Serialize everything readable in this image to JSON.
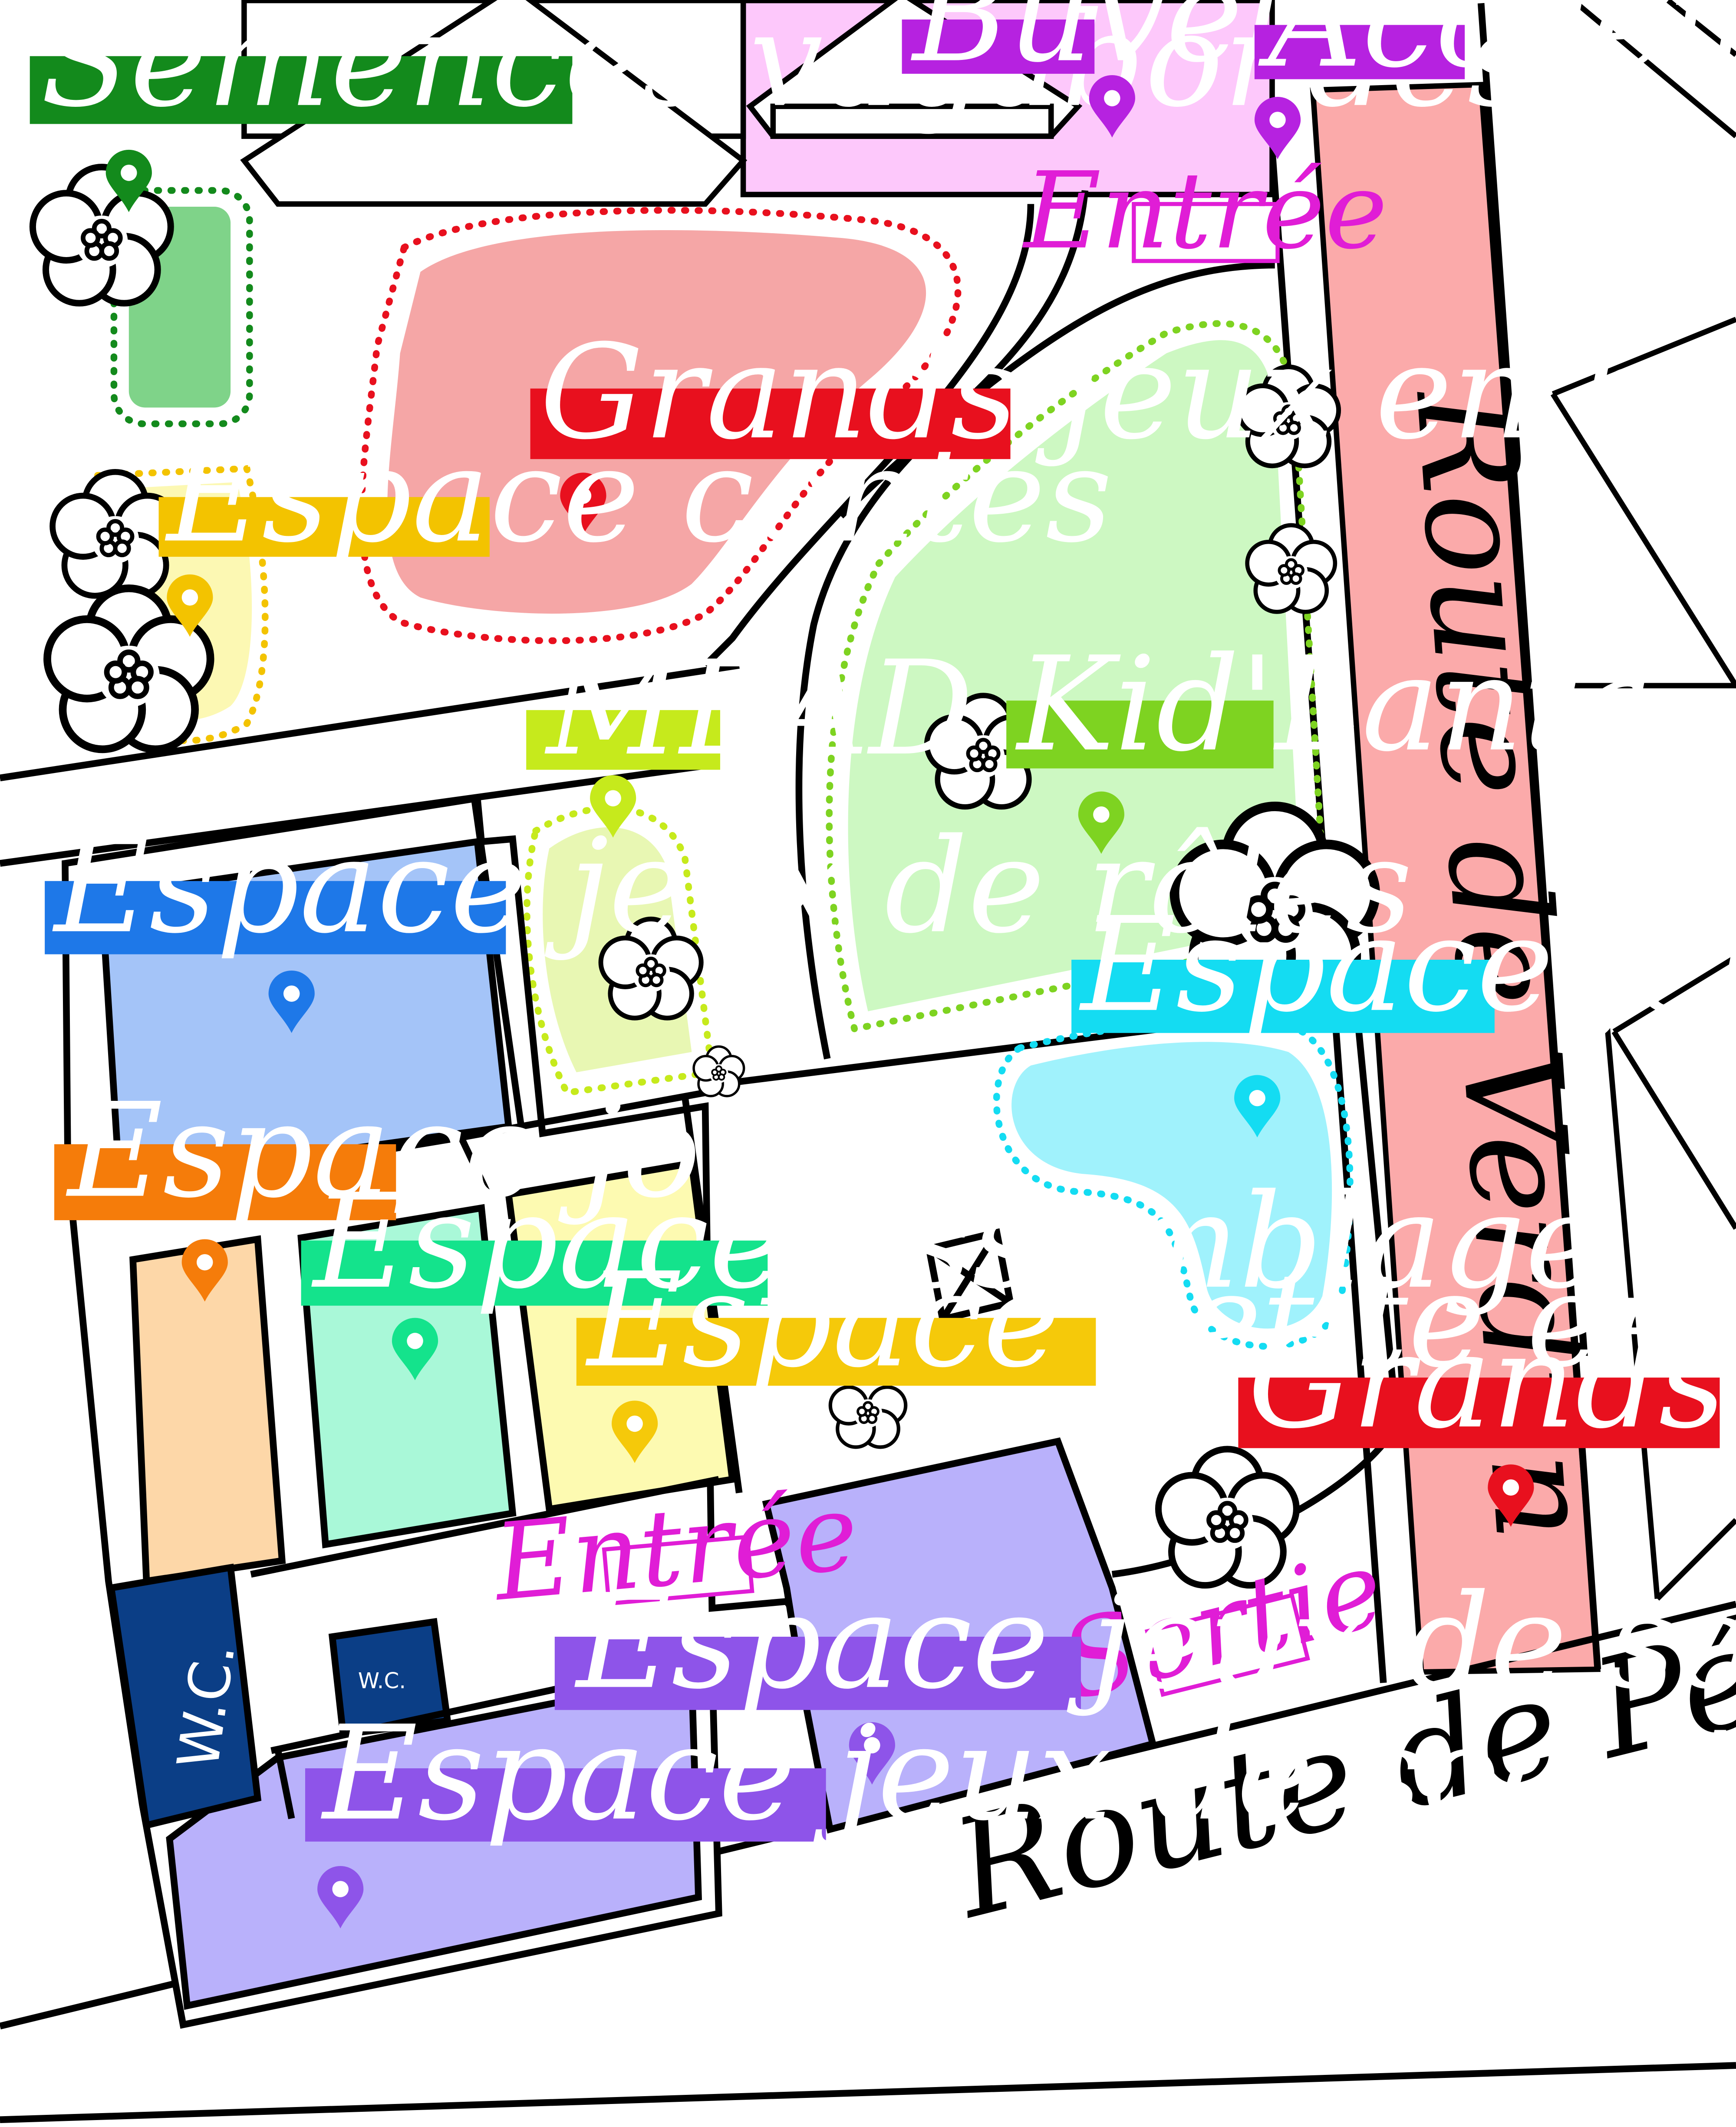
{
  "roads": {
    "verdun": "Route de Verdun",
    "pegomas": "Route de Pégomas"
  },
  "doors": {
    "entree_top": "Entrée",
    "entree_bottom": "Entrée",
    "sortie": "Sortie"
  },
  "wc": {
    "large": "W.C.",
    "small": "W.C."
  },
  "pois": {
    "semences": {
      "label": "Semences vagabondes",
      "color": "#138a1c"
    },
    "buvette": {
      "label": "Buvette",
      "color": "#b622e0"
    },
    "accueil": {
      "label": "Accueil",
      "color": "#b622e0"
    },
    "grands_jeux_top": {
      "label": "Grands jeux en bois",
      "color": "#e8101e"
    },
    "contes": {
      "label": "Espace contes",
      "color": "#f3c300"
    },
    "mead": {
      "label": "MEAD",
      "color": "#c6ea1c"
    },
    "kidlanta": {
      "label": "Kid'Lanta",
      "color": "#7ed321"
    },
    "roles": {
      "label": "Espace jeux de rôles",
      "color": "#1e78e8"
    },
    "eau": {
      "label": "Espace jeux d'eau",
      "color": "#14dcf2"
    },
    "jouets": {
      "label": "Espace jouets",
      "color": "#f57c0a"
    },
    "assemblage": {
      "label": "Espace assemblage",
      "color": "#14e38c"
    },
    "petite_enfance": {
      "label": "Espace petite enfance",
      "color": "#f5c90a"
    },
    "grands_jeux_right": {
      "label": "Grands jeux en bois",
      "color": "#e8101e"
    },
    "societe_right": {
      "label": "Espace jeux de société",
      "color": "#8e54e9"
    },
    "societe_left": {
      "label": "Espace jeux de société",
      "color": "#8e54e9"
    }
  }
}
